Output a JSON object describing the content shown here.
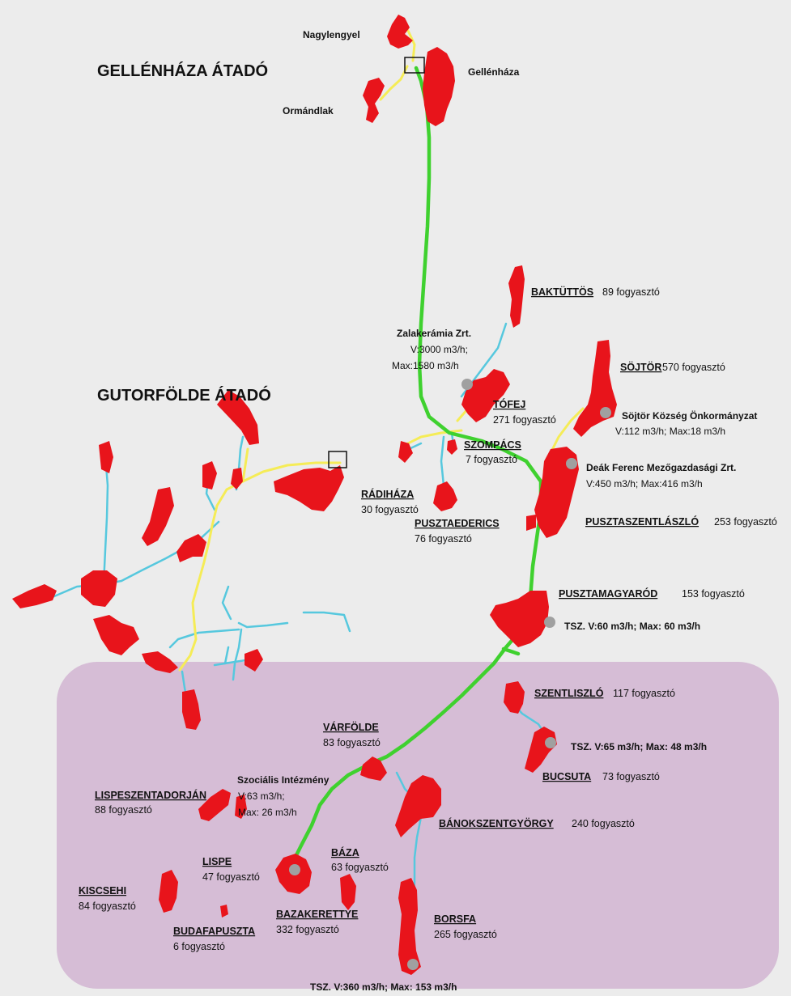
{
  "map": {
    "colors": {
      "background": "#ececec",
      "settlement": "#e8141b",
      "main_pipeline": "#3fd12f",
      "feeder_pipeline": "#f5ec57",
      "distribution_pipeline": "#56c8de",
      "consumer_point": "#a0a0a0",
      "region": "#d6bdd6"
    },
    "titles": {
      "gellenhaza": "GELLÉNHÁZA ÁTADÓ",
      "gutorfolde": "GUTORFÖLDE ÁTADÓ"
    },
    "top_places": {
      "nagylengyel": "Nagylengyel",
      "gellenhaza": "Gellénháza",
      "ormandlak": "Ormándlak"
    },
    "settlements": {
      "baktuttos": {
        "name": "BAKTÜTTÖS",
        "count": "89 fogyasztó"
      },
      "tofej": {
        "name": "TÓFEJ",
        "count": "271 fogyasztó"
      },
      "sojtor": {
        "name": "SÖJTÖR",
        "count": "570 fogyasztó"
      },
      "szompacs": {
        "name": "SZOMPÁCS",
        "count": "7 fogyasztó"
      },
      "radihaza": {
        "name": "RÁDIHÁZA",
        "count": "30 fogyasztó"
      },
      "pusztaederics": {
        "name": "PUSZTAEDERICS",
        "count": "76 fogyasztó"
      },
      "pusztaszentlaszlo": {
        "name": "PUSZTASZENTLÁSZLÓ",
        "count": "253 fogyasztó"
      },
      "pusztamagyarod": {
        "name": "PUSZTAMAGYARÓD",
        "count": "153 fogyasztó"
      },
      "szentliszlo": {
        "name": "SZENTLISZLÓ",
        "count": "117 fogyasztó"
      },
      "bucsuta": {
        "name": "BUCSUTA",
        "count": "73 fogyasztó"
      },
      "varfolde": {
        "name": "VÁRFÖLDE",
        "count": "83 fogyasztó"
      },
      "banokszentgyorgy": {
        "name": "BÁNOKSZENTGYÖRGY",
        "count": "240 fogyasztó"
      },
      "lispeszentadorjan": {
        "name": "LISPESZENTADORJÁN",
        "count": "88 fogyasztó"
      },
      "baza": {
        "name": "BÁZA",
        "count": "63 fogyasztó"
      },
      "lispe": {
        "name": "LISPE",
        "count": "47 fogyasztó"
      },
      "kiscsehi": {
        "name": "KISCSEHI",
        "count": "84 fogyasztó"
      },
      "bazakerettye": {
        "name": "BAZAKERETTYE",
        "count": "332 fogyasztó"
      },
      "budafapuszta": {
        "name": "BUDAFAPUSZTA",
        "count": "6 fogyasztó"
      },
      "borsfa": {
        "name": "BORSFA",
        "count": "265 fogyasztó"
      }
    },
    "consumers": {
      "zalakeramia": {
        "name": "Zalakerámia Zrt.",
        "line1": "V:3000 m3/h;",
        "line2": "Max:1580 m3/h"
      },
      "sojtor_onkormanyzat": {
        "name": "Söjtör Község Önkormányzat",
        "line1": "V:112 m3/h; Max:18 m3/h"
      },
      "deak_ferenc": {
        "name": "Deák Ferenc Mezőgazdasági Zrt.",
        "line1": "V:450 m3/h; Max:416 m3/h"
      },
      "pusztamagyarod_tsz": {
        "line1": "TSZ. V:60 m3/h; Max: 60 m3/h"
      },
      "bucsuta_tsz": {
        "line1": "TSZ. V:65 m3/h; Max: 48 m3/h"
      },
      "szocialis": {
        "name": "Szociális Intézmény",
        "line1": "V:63 m3/h;",
        "line2": "Max: 26 m3/h"
      },
      "borsfa_tsz": {
        "line1": "TSZ. V:360 m3/h; Max: 153 m3/h"
      }
    }
  }
}
